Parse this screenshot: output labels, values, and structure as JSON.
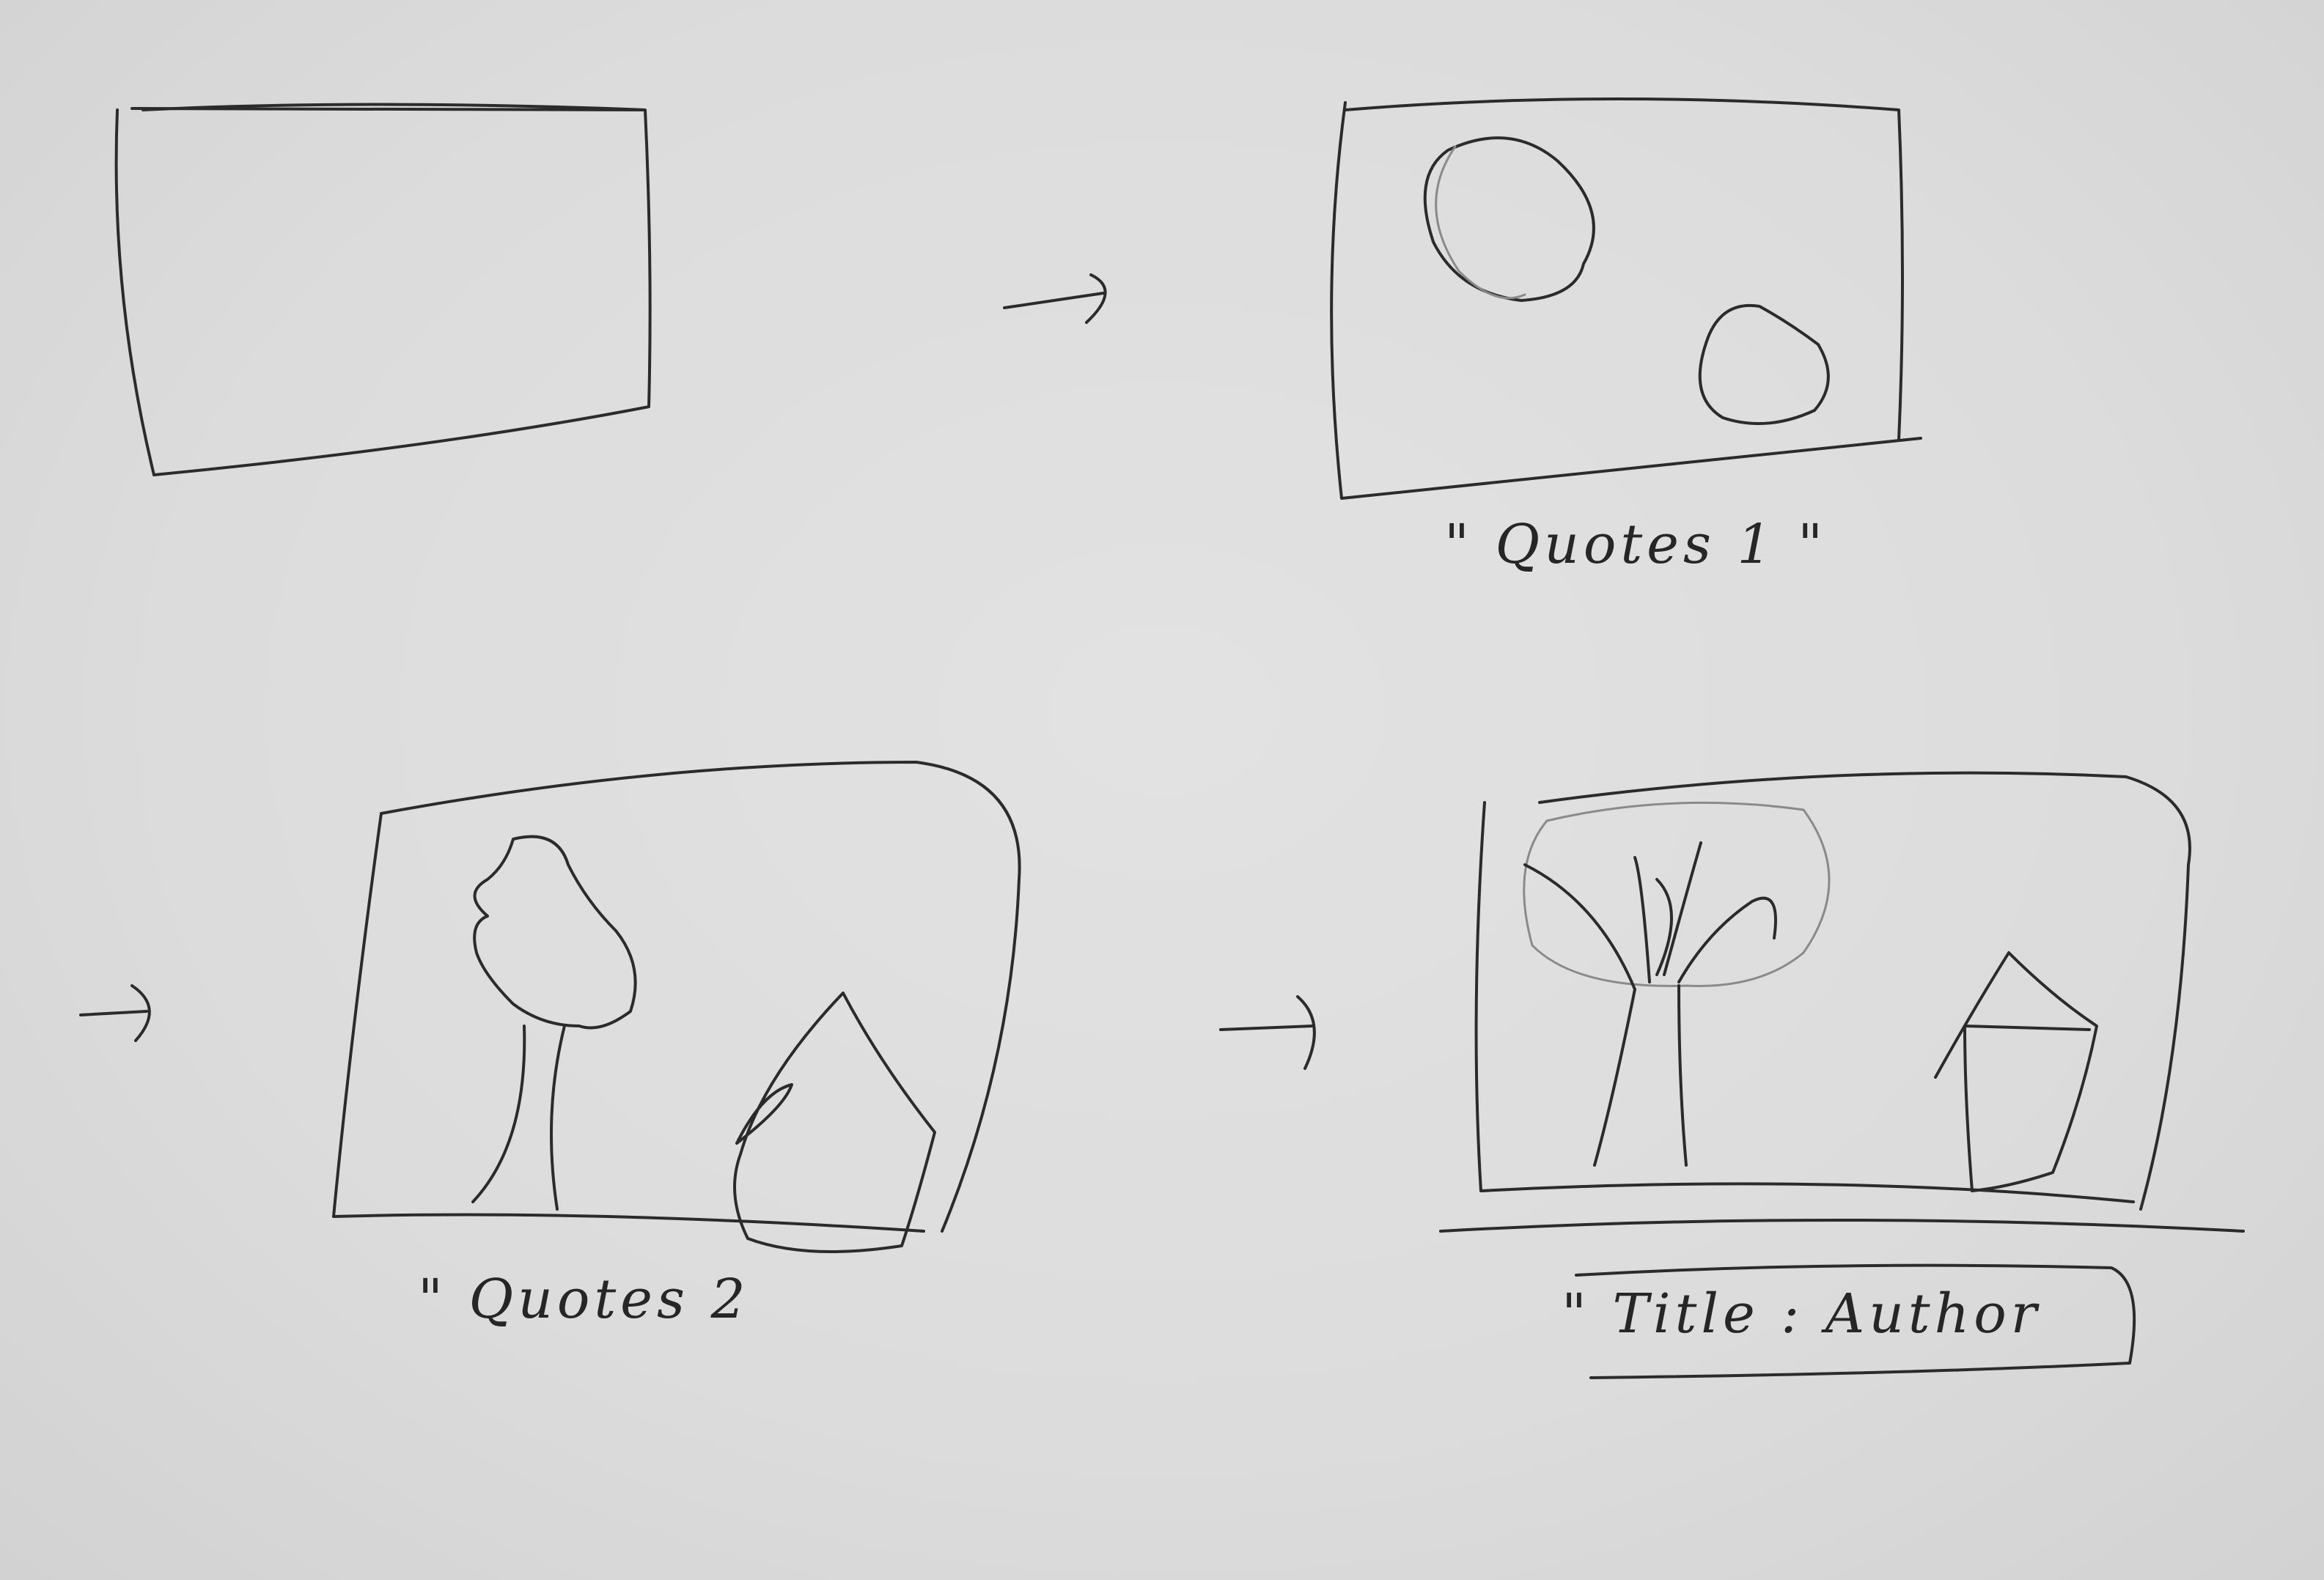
{
  "storyboard": {
    "frames": [
      {
        "id": "frame-1",
        "caption": ""
      },
      {
        "id": "frame-2",
        "caption": "\" Quotes 1 \""
      },
      {
        "id": "frame-3",
        "caption": "\" Quotes 2"
      },
      {
        "id": "frame-4",
        "caption": "\" Title : Author"
      }
    ],
    "arrows": [
      {
        "from": "frame-1",
        "to": "frame-2"
      },
      {
        "from": "frame-2",
        "to": "frame-3"
      },
      {
        "from": "frame-3",
        "to": "frame-4"
      }
    ]
  },
  "colors": {
    "paper": "#dcdcdc",
    "pencil": "#2b2b2b"
  }
}
